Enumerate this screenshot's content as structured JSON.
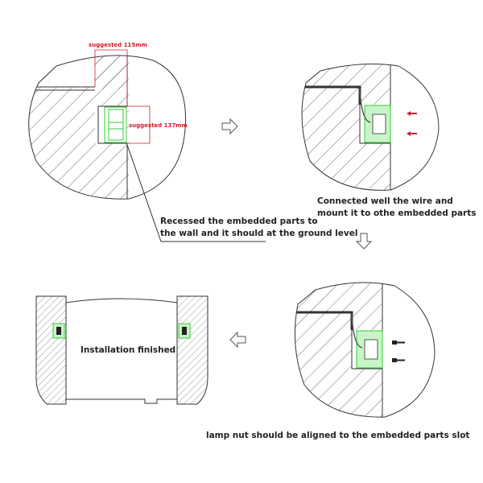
{
  "dimensions": {
    "width_label": "suggested 115mm",
    "depth_label": "suggested 137mm"
  },
  "steps": [
    {
      "caption_line1": "Recessed the embedded parts to",
      "caption_line2": "the wall and it should at the ground level"
    },
    {
      "caption_line1": "Connected well the wire and",
      "caption_line2": "mount it to othe embedded parts"
    },
    {
      "caption_line1": "lamp nut should be aligned to the embedded parts slot"
    },
    {
      "caption_line1": "Installation finished"
    }
  ],
  "colors": {
    "accent_red": "#d01c2c",
    "embed_green": "#33cc33",
    "line": "#333333"
  }
}
